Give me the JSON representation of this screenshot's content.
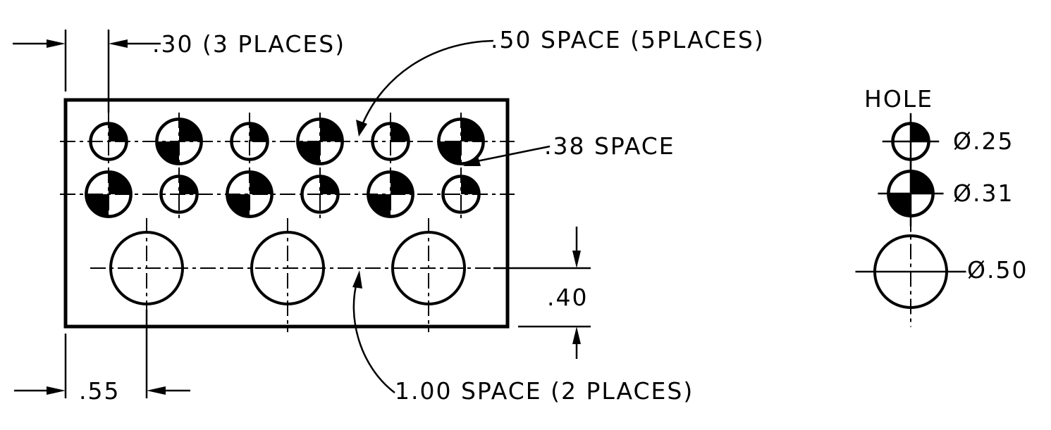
{
  "annotations": {
    "end_spacing": ".30 (3 PLACES)",
    "small_hole_spacing": ".50 SPACE (5PLACES)",
    "row_spacing": ".38 SPACE",
    "large_hole_spacing": "1.00 SPACE (2 PLACES)",
    "large_row_offset": ".40",
    "left_offset": ".55"
  },
  "legend": {
    "title": "HOLE",
    "items": [
      {
        "diameter_label": "Ø.25",
        "size": 0.25,
        "symbol": "quadrant-top-right"
      },
      {
        "diameter_label": "Ø.31",
        "size": 0.31,
        "symbol": "quadrants-top-right-bottom-left"
      },
      {
        "diameter_label": "Ø.50",
        "size": 0.5,
        "symbol": "plain"
      }
    ]
  },
  "hole_pattern": {
    "row1": [
      0.25,
      0.31,
      0.25,
      0.31,
      0.25,
      0.31
    ],
    "row2": [
      0.31,
      0.25,
      0.31,
      0.25,
      0.31,
      0.25
    ],
    "row3": [
      0.5,
      0.5,
      0.5
    ]
  },
  "colors": {
    "line": "#000000",
    "paper": "#ffffff"
  }
}
